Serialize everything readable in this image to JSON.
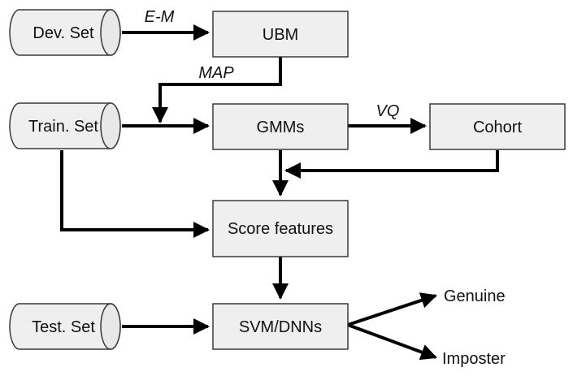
{
  "diagram": {
    "sources": {
      "dev_set": "Dev. Set",
      "train_set": "Train. Set",
      "test_set": "Test. Set"
    },
    "processes": {
      "ubm": "UBM",
      "gmms": "GMMs",
      "cohort": "Cohort",
      "score_features": "Score features",
      "svm_dnns": "SVM/DNNs"
    },
    "edge_labels": {
      "em": "E-M",
      "map": "MAP",
      "vq": "VQ"
    },
    "outputs": {
      "genuine": "Genuine",
      "imposter": "Imposter"
    }
  }
}
